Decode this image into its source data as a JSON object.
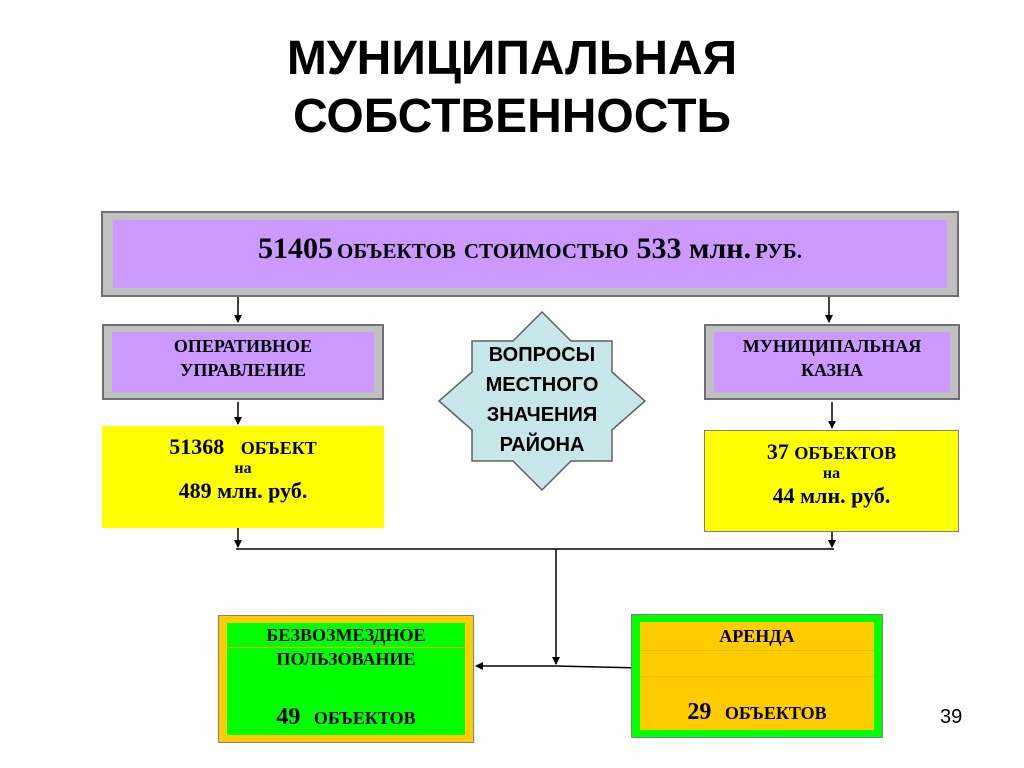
{
  "title": {
    "line1": "МУНИЦИПАЛЬНАЯ",
    "line2": "СОБСТВЕННОСТЬ"
  },
  "top": {
    "count": "51405",
    "objects_label": "ОБЪЕКТОВ",
    "cost_label": "СТОИМОСТЬЮ",
    "amount": "533 млн.",
    "currency": "РУБ."
  },
  "left_mid": {
    "line1": "ОПЕРАТИВНОЕ",
    "line2": "УПРАВЛЕНИЕ"
  },
  "right_mid": {
    "line1": "МУНИЦИПАЛЬНАЯ",
    "line2": "КАЗНА"
  },
  "star": {
    "line1": "ВОПРОСЫ",
    "line2": "МЕСТНОГО",
    "line3": "ЗНАЧЕНИЯ",
    "line4": "РАЙОНА"
  },
  "left_yellow": {
    "count": "51368",
    "label": "ОБЪЕКТ",
    "on": "на",
    "amount": "489 млн. руб."
  },
  "right_yellow": {
    "count": "37",
    "label": "ОБЪЕКТОВ",
    "on": "на",
    "amount": "44  млн. руб."
  },
  "free_use": {
    "line1": "БЕЗВОЗМЕЗДНОЕ",
    "line2": "ПОЛЬЗОВАНИЕ",
    "count": "49",
    "label": "ОБЪЕКТОВ"
  },
  "rent": {
    "line1": "АРЕНДА",
    "count": "29",
    "label": "ОБЪЕКТОВ"
  },
  "page_number": "39",
  "colors": {
    "purple": "#cc99ff",
    "grey_frame": "#c0c0c0",
    "yellow": "#ffff00",
    "green": "#00ff00",
    "orange": "#ffcc00",
    "star_fill": "#c6e6ea"
  }
}
